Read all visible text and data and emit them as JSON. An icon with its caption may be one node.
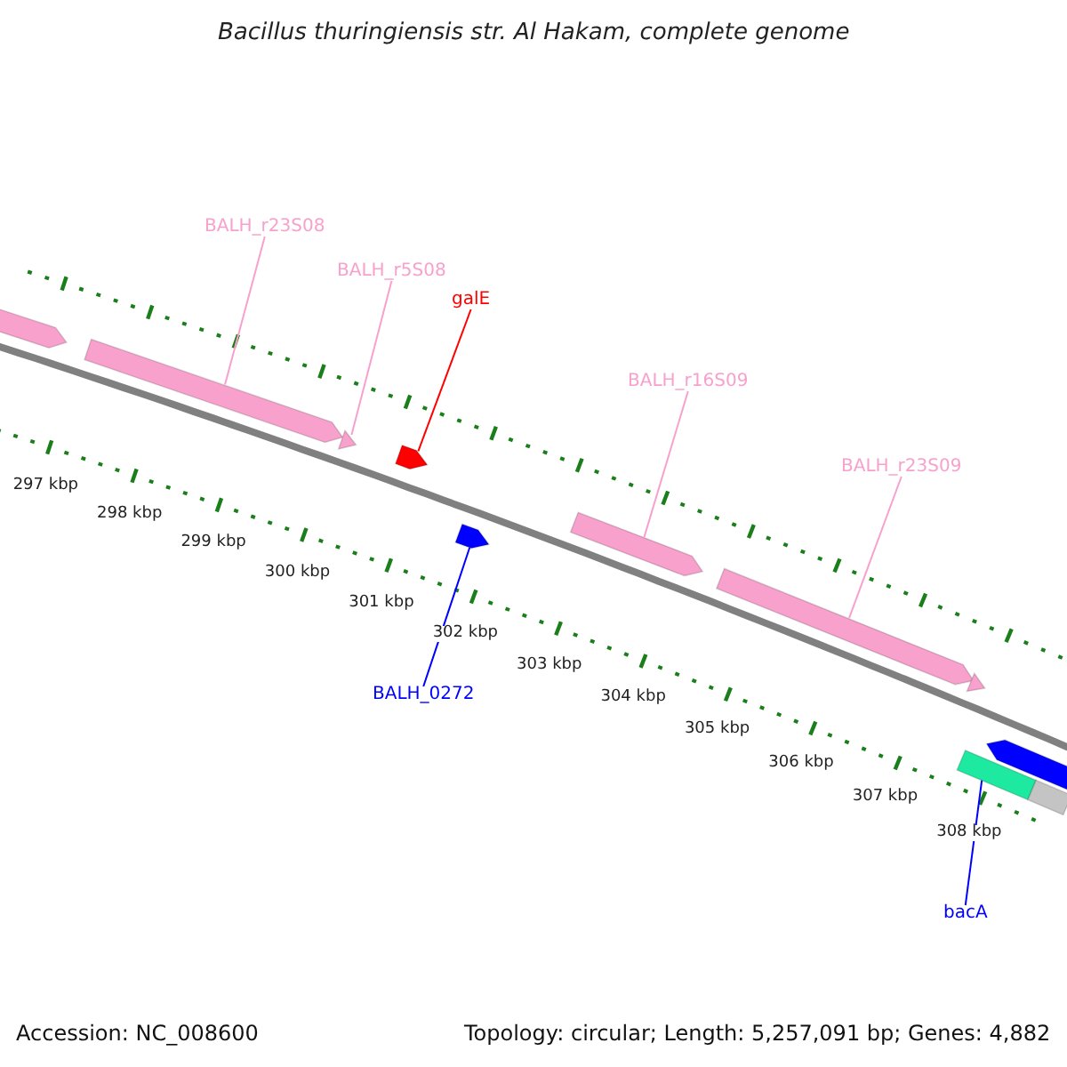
{
  "diagram": {
    "title": "Bacillus thuringiensis str. Al Hakam, complete genome",
    "nodes": [
      {
        "text": [],
        "shape": "arrow"
      },
      {
        "text": [
          "BALH_r23S08"
        ]
      },
      {
        "text": [],
        "shape": "arrow"
      },
      {
        "text": [
          "BALH_r5S08"
        ]
      },
      {
        "text": [],
        "shape": "triangle"
      },
      {
        "text": [
          "galE"
        ]
      },
      {
        "text": [],
        "shape": "arrow"
      },
      {
        "text": [
          "BALH_0272"
        ]
      },
      {
        "text": [],
        "shape": "arrow"
      },
      {
        "text": [
          "BALH_r16S09"
        ]
      },
      {
        "text": [],
        "shape": "arrow"
      },
      {
        "text": [
          "BALH_r23S09"
        ]
      },
      {
        "text": [],
        "shape": "arrow"
      },
      {
        "text": [],
        "shape": "triangle"
      },
      {
        "text": [],
        "shape": "arrow"
      },
      {
        "text": [],
        "shape": "bar"
      },
      {
        "text": [],
        "shape": "bar"
      },
      {
        "text": [
          "bacA"
        ]
      }
    ],
    "edges": [
      {
        "from": 1,
        "to": 2,
        "arrow": "none"
      },
      {
        "from": 3,
        "to": 4,
        "arrow": "none",
        "color": "#f7a1cc"
      },
      {
        "from": 5,
        "to": 6,
        "arrow": "none",
        "color": "#ff0000"
      },
      {
        "from": 7,
        "to": 8,
        "arrow": "none",
        "color": "#0000ff"
      },
      {
        "from": 9,
        "to": 10,
        "arrow": "none"
      },
      {
        "from": 11,
        "to": 12,
        "arrow": "none"
      },
      {
        "from": 17,
        "to": 15,
        "arrow": "none",
        "color": "#0000ff"
      }
    ],
    "labels": [
      "297 kbp",
      "298 kbp",
      "299 kbp",
      "300 kbp",
      "301 kbp",
      "302 kbp",
      "303 kbp",
      "304 kbp",
      "305 kbp",
      "306 kbp",
      "307 kbp",
      "308 kbp",
      "Accession: NC_008600",
      "Topology: circular; Length: 5,257,091 bp; Genes: 4,882"
    ]
  }
}
